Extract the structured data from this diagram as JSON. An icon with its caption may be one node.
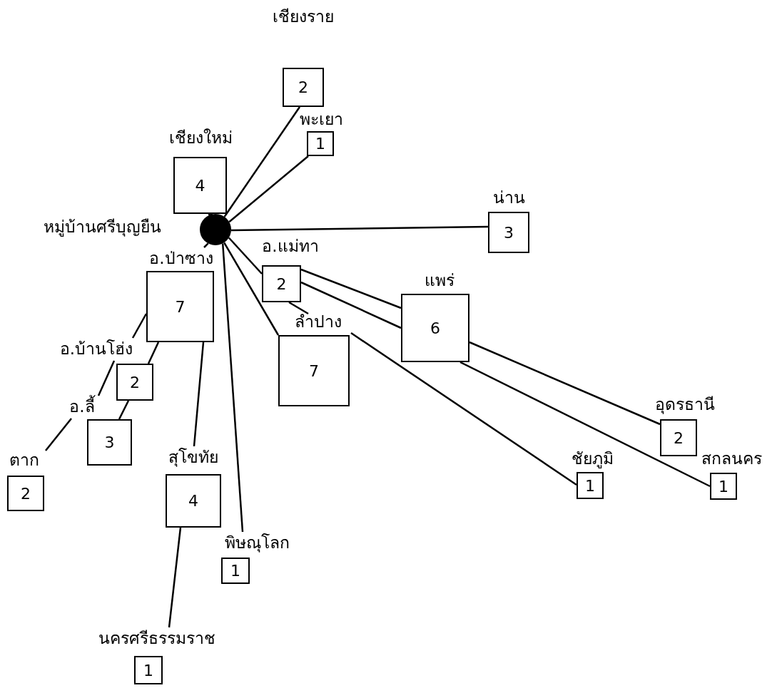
{
  "diagram": {
    "nodes": [
      {
        "text": [
          "หมู่บ้านศรีบุญยืน"
        ]
      },
      {
        "text": [
          "เชียงราย",
          "2"
        ]
      },
      {
        "text": [
          "พะเยา",
          "1"
        ]
      },
      {
        "text": [
          "เชียงใหม่",
          "4"
        ]
      },
      {
        "text": [
          "น่าน",
          "3"
        ]
      },
      {
        "text": [
          "อ.แม่ทา",
          "2"
        ]
      },
      {
        "text": [
          "แพร่",
          "6"
        ]
      },
      {
        "text": [
          "อ.ป่าซาง",
          "7"
        ]
      },
      {
        "text": [
          "ลำปาง",
          "7"
        ]
      },
      {
        "text": [
          "อ.บ้านโฮ่ง",
          "2"
        ]
      },
      {
        "text": [
          "อ.ลี้",
          "3"
        ]
      },
      {
        "text": [
          "ตาก",
          "2"
        ]
      },
      {
        "text": [
          "สุโขทัย",
          "4"
        ]
      },
      {
        "text": [
          "พิษณุโลก",
          "1"
        ]
      },
      {
        "text": [
          "นครศรีธรรมราช",
          "1"
        ]
      },
      {
        "text": [
          "ชัยภูมิ",
          "1"
        ]
      },
      {
        "text": [
          "อุดรธานี",
          "2"
        ]
      },
      {
        "text": [
          "สกลนคร",
          "1"
        ]
      }
    ],
    "edges": [
      {
        "from": 0,
        "to": 1,
        "arrow": "none"
      },
      {
        "from": 0,
        "to": 2,
        "arrow": "none"
      },
      {
        "from": 0,
        "to": 3,
        "arrow": "none"
      },
      {
        "from": 0,
        "to": 4,
        "arrow": "none"
      },
      {
        "from": 0,
        "to": 5,
        "arrow": "none"
      },
      {
        "from": 5,
        "to": 6,
        "arrow": "none"
      },
      {
        "from": 5,
        "to": 6,
        "arrow": "none"
      },
      {
        "from": 5,
        "to": 8,
        "arrow": "none"
      },
      {
        "from": 0,
        "to": 8,
        "arrow": "none"
      },
      {
        "from": 8,
        "to": 15,
        "arrow": "none"
      },
      {
        "from": 6,
        "to": 16,
        "arrow": "none"
      },
      {
        "from": 6,
        "to": 17,
        "arrow": "none"
      },
      {
        "from": 0,
        "to": 7,
        "arrow": "none"
      },
      {
        "from": 0,
        "to": 13,
        "arrow": "none"
      },
      {
        "from": 7,
        "to": 12,
        "arrow": "none"
      },
      {
        "from": 12,
        "to": 14,
        "arrow": "none"
      },
      {
        "from": 7,
        "to": 9,
        "arrow": "none"
      },
      {
        "from": 7,
        "to": 9,
        "arrow": "none"
      },
      {
        "from": 9,
        "to": 10,
        "arrow": "none"
      },
      {
        "from": 9,
        "to": 10,
        "arrow": "none"
      },
      {
        "from": 10,
        "to": 11,
        "arrow": "none"
      }
    ]
  }
}
